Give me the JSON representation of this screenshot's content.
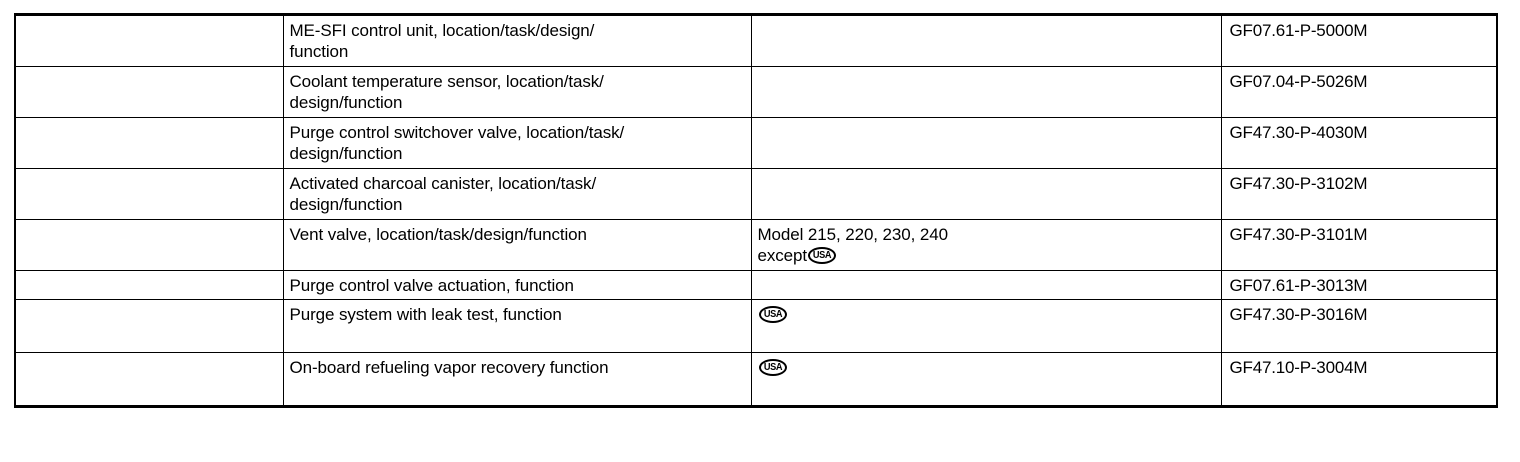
{
  "document": {
    "type": "service-manual-index-table",
    "column_count": 4,
    "badge_label": "USA",
    "badge_icon_name": "usa-oval-badge-icon",
    "colors": {
      "border": "#000000",
      "text": "#000000",
      "background": "#ffffff"
    }
  },
  "table": {
    "rows": [
      {
        "col1": "",
        "col2": "ME-SFI control unit, location/task/design/\nfunction",
        "col3_text": "",
        "col3_has_badge": false,
        "col3_badge_prefix": "",
        "col4": "GF07.61-P-5000M"
      },
      {
        "col1": "",
        "col2": "Coolant temperature sensor, location/task/\ndesign/function",
        "col3_text": "",
        "col3_has_badge": false,
        "col3_badge_prefix": "",
        "col4": "GF07.04-P-5026M"
      },
      {
        "col1": "",
        "col2": "Purge control switchover valve, location/task/\ndesign/function",
        "col3_text": "",
        "col3_has_badge": false,
        "col3_badge_prefix": "",
        "col4": "GF47.30-P-4030M"
      },
      {
        "col1": "",
        "col2": "Activated charcoal canister, location/task/\ndesign/function",
        "col3_text": "",
        "col3_has_badge": false,
        "col3_badge_prefix": "",
        "col4": "GF47.30-P-3102M"
      },
      {
        "col1": "",
        "col2": "Vent valve, location/task/design/function",
        "col3_text": "Model 215, 220, 230, 240",
        "col3_has_badge": true,
        "col3_badge_prefix": "except",
        "col4": "GF47.30-P-3101M"
      },
      {
        "col1": "",
        "col2": "Purge control valve actuation, function",
        "col3_text": "",
        "col3_has_badge": false,
        "col3_badge_prefix": "",
        "col4": "GF07.61-P-3013M"
      },
      {
        "col1": "",
        "col2": "Purge system with leak test, function",
        "col3_text": "",
        "col3_has_badge": true,
        "col3_badge_prefix": "",
        "col4": "GF47.30-P-3016M"
      },
      {
        "col1": "",
        "col2": "On-board refueling vapor recovery function",
        "col3_text": "",
        "col3_has_badge": true,
        "col3_badge_prefix": "",
        "col4": "GF47.10-P-3004M"
      }
    ]
  }
}
